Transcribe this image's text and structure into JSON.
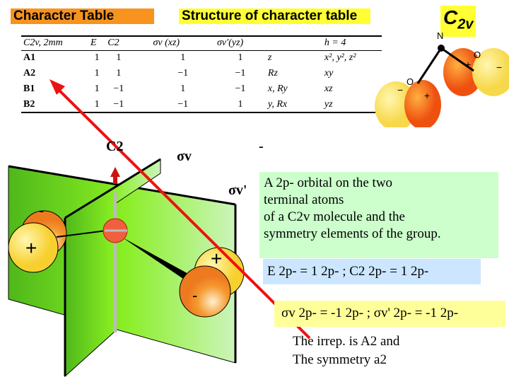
{
  "headings": {
    "character_table": "Character Table",
    "structure": "Structure of character table",
    "group": "C",
    "group_sub": "2v"
  },
  "table": {
    "headers": [
      "C2v, 2mm",
      "E",
      "C2",
      "σv (xz)",
      "σv′(yz)",
      "",
      "h = 4"
    ],
    "rows": [
      [
        "A1",
        "1",
        "1",
        "1",
        "1",
        "z",
        "x², y², z²"
      ],
      [
        "A2",
        "1",
        "1",
        "−1",
        "−1",
        "Rz",
        "xy"
      ],
      [
        "B1",
        "1",
        "−1",
        "1",
        "−1",
        "x, Ry",
        "xz"
      ],
      [
        "B2",
        "1",
        "−1",
        "−1",
        "1",
        "y, Rx",
        "yz"
      ]
    ]
  },
  "molecule": {
    "center": "N",
    "left_atom": "O",
    "right_atom": "O",
    "signs": [
      "−",
      "+",
      "+",
      "−"
    ]
  },
  "diagram": {
    "c2": "C2",
    "sigma_v": "σv",
    "sigma_v_prime": "σv'",
    "dash": "-",
    "signs": [
      "-",
      "+",
      "+",
      "-"
    ]
  },
  "green_box": {
    "lines": [
      "A 2p- orbital on the two",
      "terminal atoms",
      "of a C2v molecule and the",
      "symmetry elements of the group."
    ]
  },
  "blue_box": "E 2p- = 1 2p- ;   C2 2p- = 1 2p-",
  "yellow_box": "σv 2p- = -1 2p- ; σv' 2p- =  -1 2p-",
  "conclusion": [
    "The irrep.  is A2 and",
    "The symmetry a2"
  ],
  "colors": {
    "orange": "#f7931e",
    "yellow": "#ffff33",
    "green_plane": "#66dd22",
    "arrow": "#ee1111"
  }
}
